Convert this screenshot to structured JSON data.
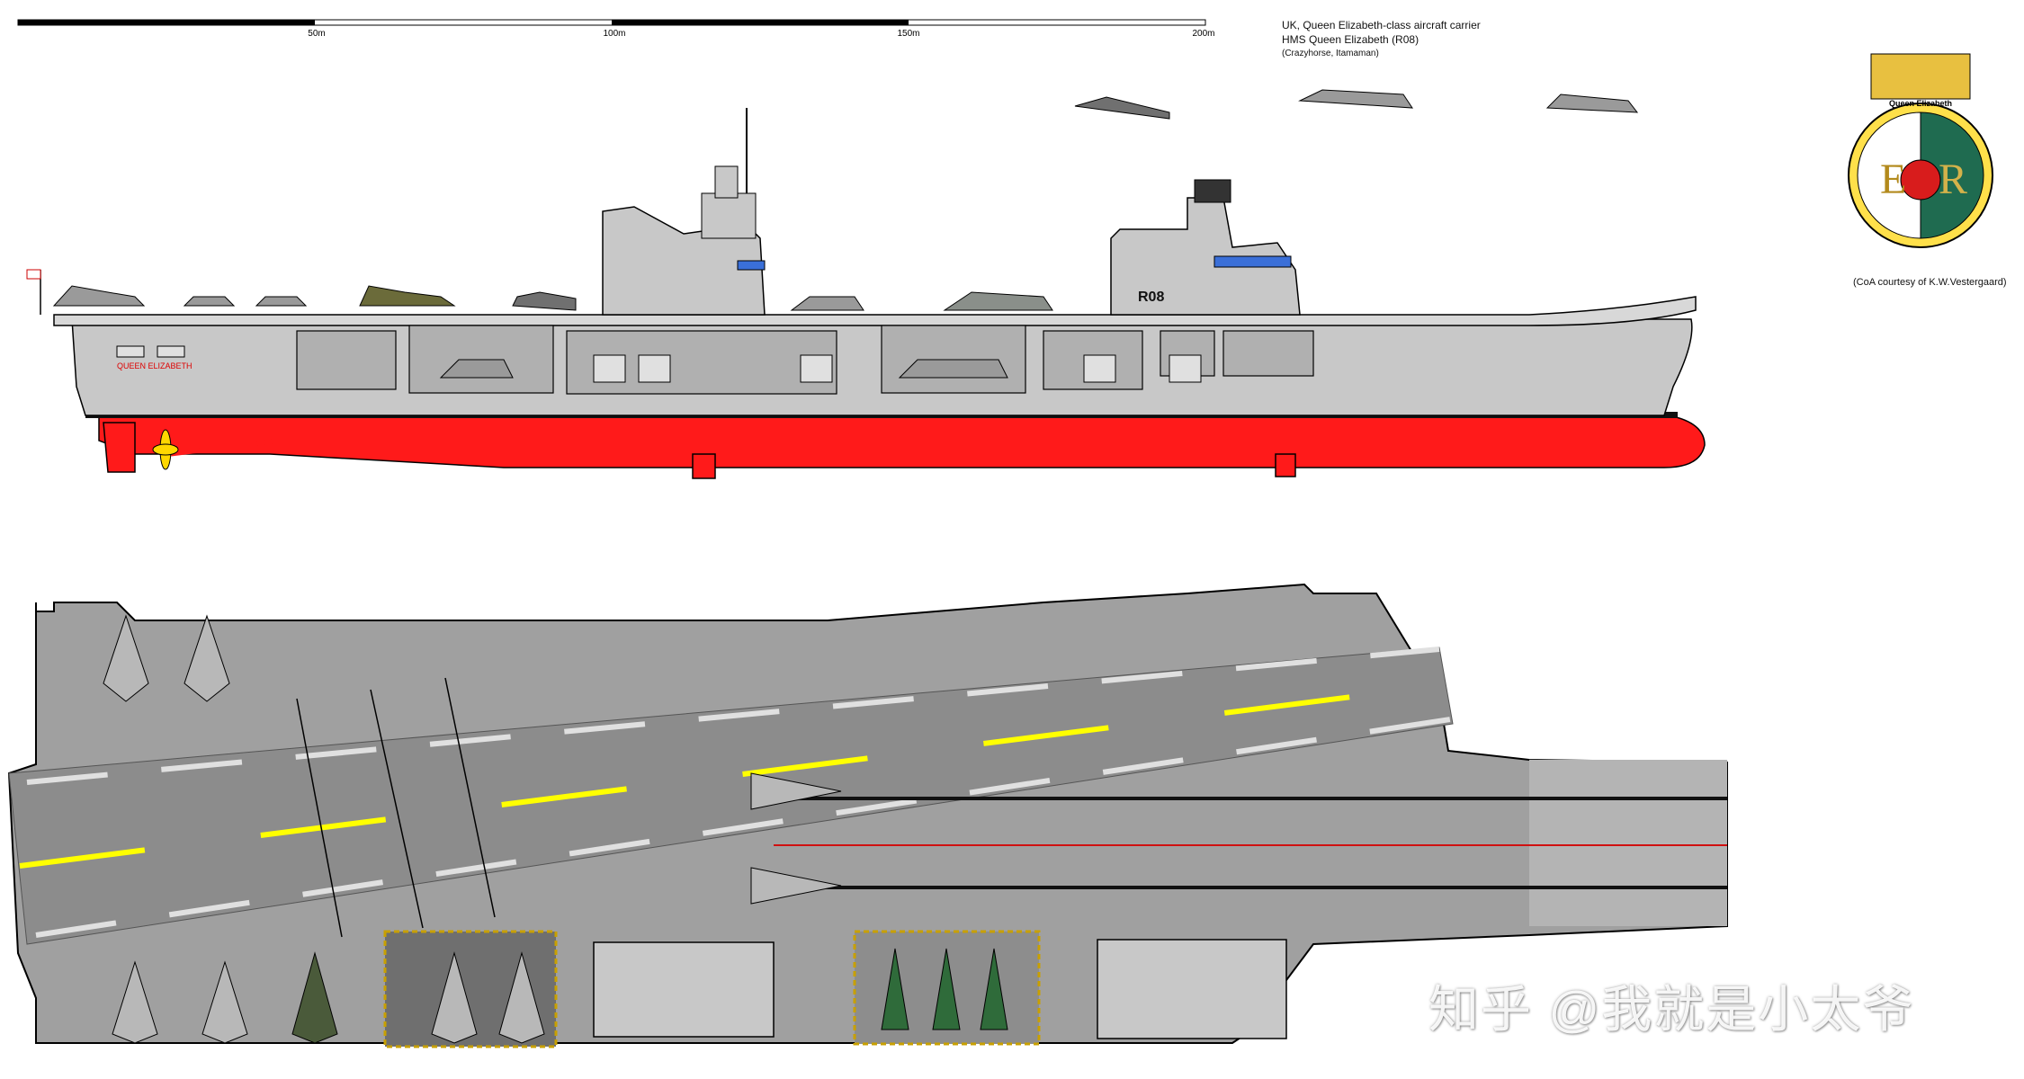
{
  "scale_bar": {
    "labels": [
      "50m",
      "100m",
      "150m",
      "200m"
    ]
  },
  "credits": {
    "line1": "UK, Queen Elizabeth-class aircraft carrier",
    "line2": "HMS Queen Elizabeth (R08)",
    "line3": "(Crazyhorse, Itamaman)"
  },
  "hull": {
    "pennant": "R08",
    "name": "QUEEN ELIZABETH"
  },
  "crest": {
    "ribbon": "Queen Elizabeth",
    "left_letter": "E",
    "right_letter": "R"
  },
  "coa_credit": "(CoA courtesy of   K.W.Vestergaard)",
  "watermark": "知乎 @我就是小太爷",
  "colors": {
    "hull_grey": "#c8c8c8",
    "waterline_red": "#ff1a1a",
    "deck_grey": "#a0a0a0",
    "runway_dark": "#8c8c8c",
    "centerline_yellow": "#ffff00"
  }
}
